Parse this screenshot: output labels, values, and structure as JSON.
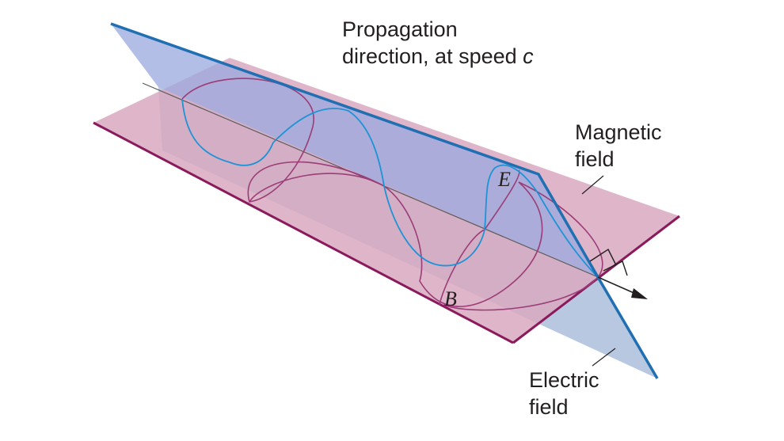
{
  "labels": {
    "propagation_line1": "Propagation",
    "propagation_line2_prefix": "direction, at speed ",
    "propagation_speed_symbol": "c",
    "magnetic_line1": "Magnetic",
    "magnetic_line2": "field",
    "electric_line1": "Electric",
    "electric_line2": "field",
    "e_symbol": "E",
    "b_symbol": "B"
  },
  "colors": {
    "electric_plane_fill": "#a9b8e0",
    "electric_plane_edge": "#1f6fb2",
    "magnetic_plane_fill": "#dcb1c5",
    "magnetic_plane_edge": "#8a1a5c",
    "e_wave": "#1e93d6",
    "b_wave": "#9b3d78",
    "axis": "#5a5a5a",
    "text": "#231f20"
  }
}
